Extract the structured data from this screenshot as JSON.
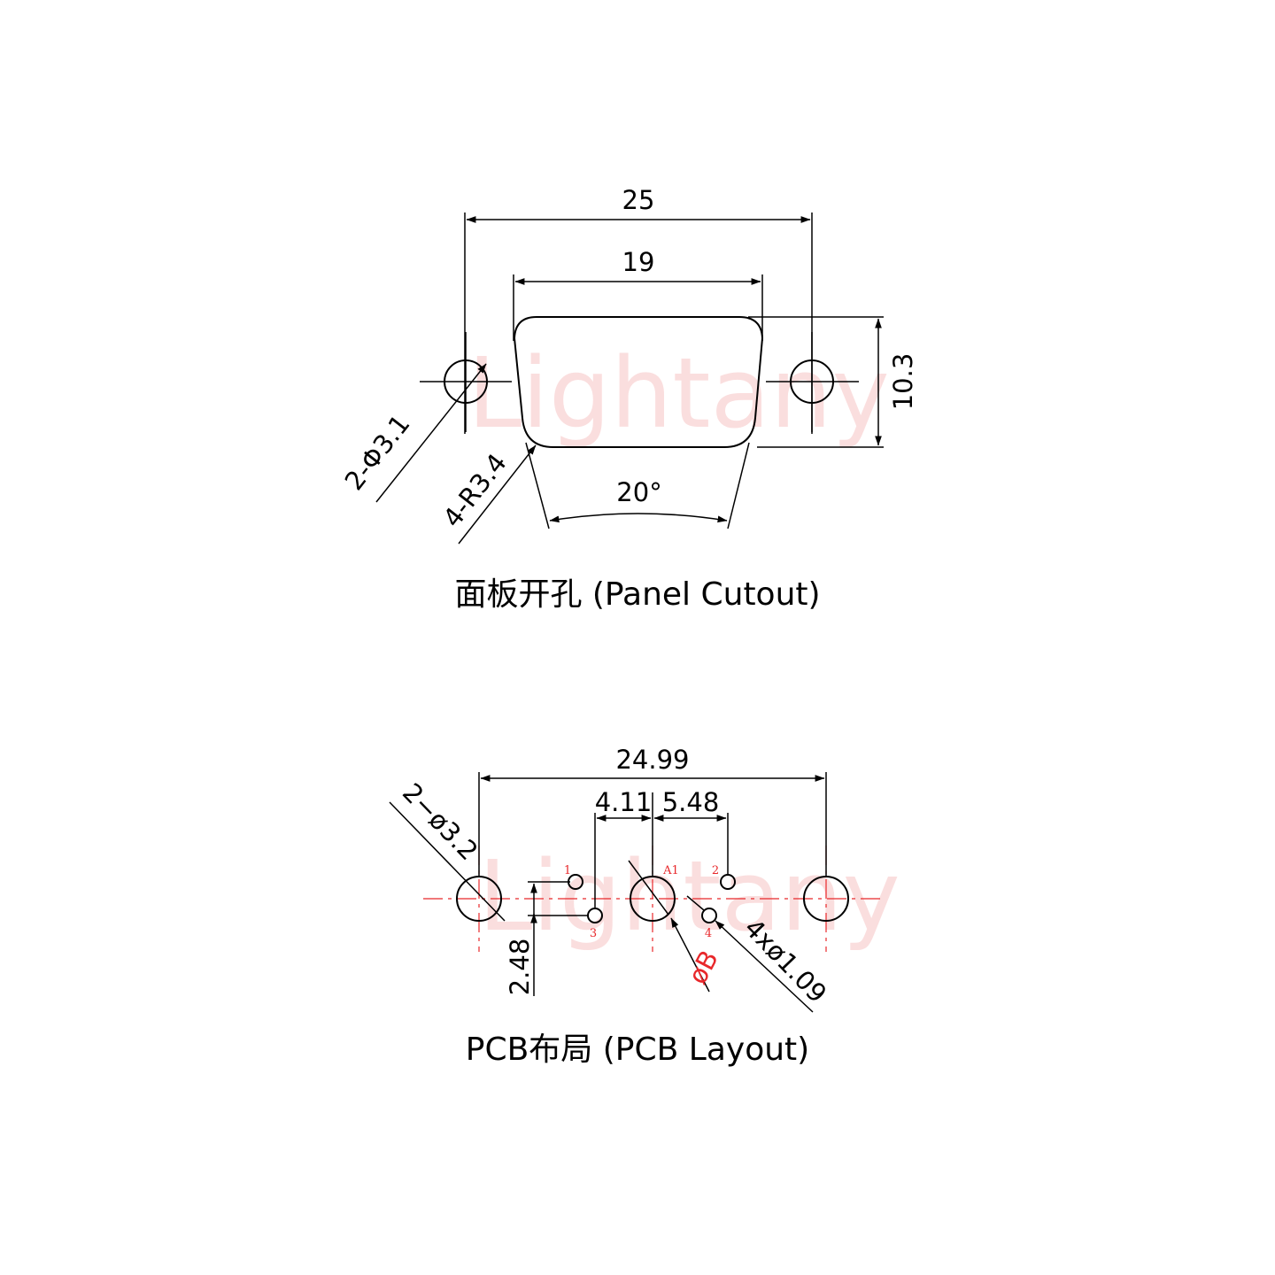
{
  "watermark": "Lightany",
  "panel": {
    "dim_overall_width": "25",
    "dim_cutout_width": "19",
    "dim_height": "10.3",
    "dim_mount_holes": "2-Φ3.1",
    "dim_corner_radius": "4-R3.4",
    "dim_angle": "20°",
    "title": "面板开孔 (Panel Cutout)"
  },
  "pcb": {
    "dim_overall_width": "24.99",
    "dim_offset_left": "4.11",
    "dim_offset_right": "5.48",
    "dim_row_pitch": "2.48",
    "dim_mount_holes": "2−ø3.2",
    "dim_center_hole": "øB",
    "dim_signal_holes": "4xø1.09",
    "pin_labels": [
      "1",
      "A1",
      "2",
      "3",
      "4"
    ],
    "title": "PCB布局 (PCB Layout)"
  }
}
